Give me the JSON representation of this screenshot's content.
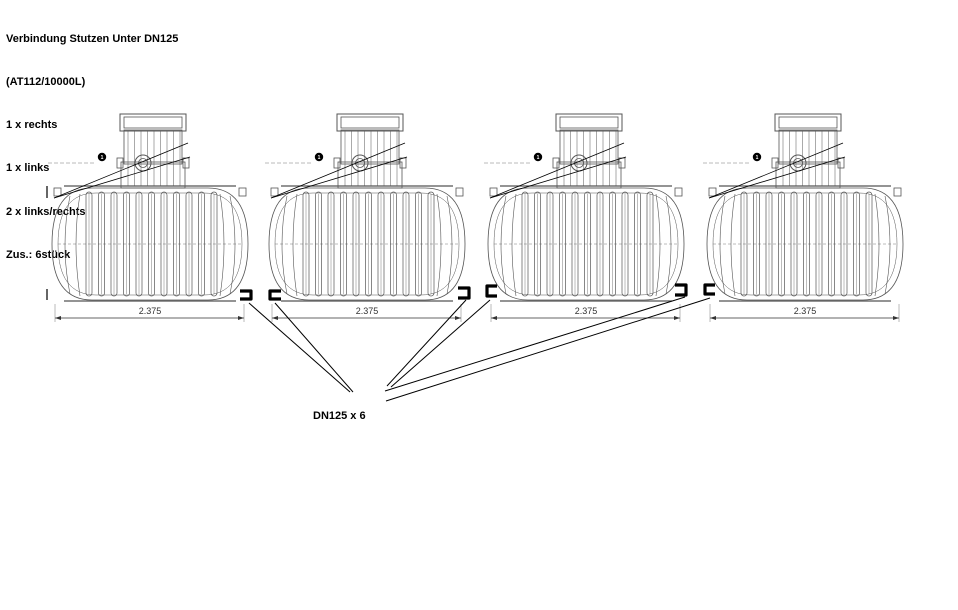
{
  "notes": {
    "line1": "Verbindung Stutzen Unter DN125",
    "line2": "(AT112/10000L)",
    "line3": "1 x rechts",
    "line4": "1 x links",
    "line5": "2 x links/rechts",
    "line6": "Zus.: 6stück"
  },
  "tanks": [
    {
      "dimension": "2.375",
      "marker": "1"
    },
    {
      "dimension": "2.375",
      "marker": "1"
    },
    {
      "dimension": "2.375",
      "marker": "1"
    },
    {
      "dimension": "2.375",
      "marker": "1"
    }
  ],
  "callout": {
    "label": "DN125 x 6"
  }
}
